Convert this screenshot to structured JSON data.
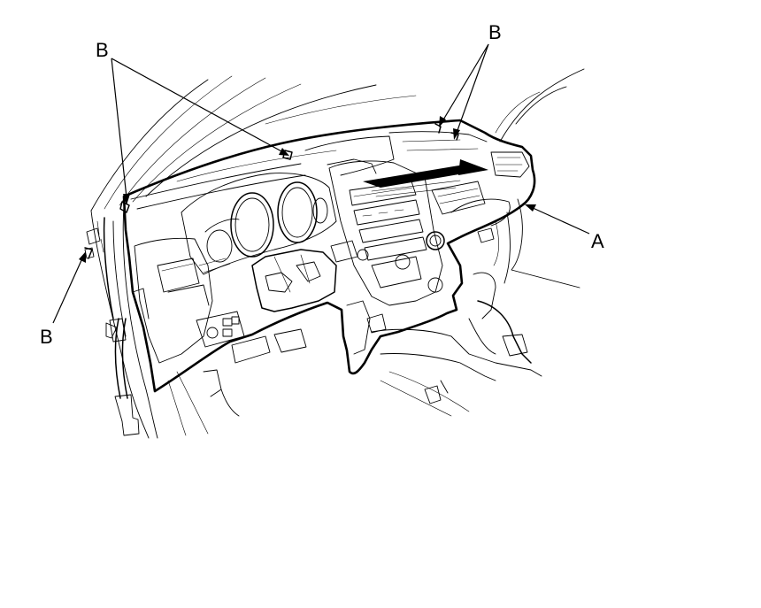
{
  "callouts": {
    "b_top_left": "B",
    "b_top_right": "B",
    "b_left": "B",
    "a_right": "A"
  }
}
